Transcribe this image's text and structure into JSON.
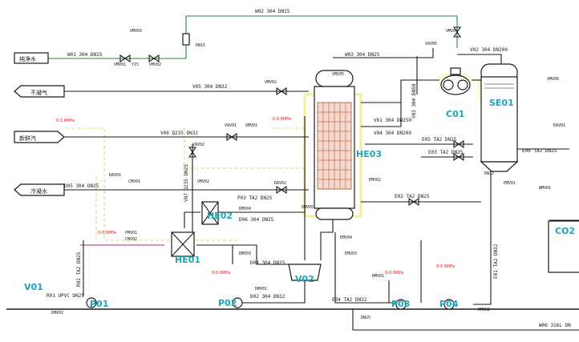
{
  "equipment": {
    "he03": "HE03",
    "he02": "HE02",
    "he01": "HE01",
    "v02": "V02",
    "c01": "C01",
    "se01": "SE01",
    "p02": "P02",
    "p03": "P03",
    "p01": "P01",
    "p04": "P04",
    "v01": "V01",
    "c02": "CO2"
  },
  "inlets": {
    "pure_water": "纯净水",
    "noncondensable": "不凝气",
    "fresh_steam": "新鲜汽",
    "condensate": "冷凝水"
  },
  "lines": {
    "w02": "W02 304 DN15",
    "w01": "W01 304 DN15",
    "w03": "W03 304 DN25",
    "v05": "V05 304 DN32",
    "v06": "V06 Q235 DN32",
    "v07": "V07 Q235 DN25",
    "d05": "D05 304 DN25",
    "v01": "V01 304 DN250",
    "v04": "V04 304 DN200",
    "v03": "V03 304 DN50",
    "v02": "V02 304 DN200",
    "e05": "E05 TA2 DN25",
    "e03": "E03 TA2 DN25",
    "e06": "E06 TA2 DN25",
    "p03": "P03 TA2 DN25",
    "d06": "D06 304 DN25",
    "d04": "D04 304 DN25",
    "d02": "D02 304 DN32",
    "e02": "E02 TA2 DN25",
    "e04": "E04 TA2 DN32",
    "e01": "E01 TA2 DN32",
    "r02": "R02 TA2 DN25",
    "r01": "R01 UPVC DN25",
    "w06": "W06 316L DN"
  },
  "pressures": {
    "steam1": "0-1.6MPa",
    "steam2": "0-0.6MPa",
    "he01_gauge": "0-0.6MPa",
    "p02_gauge": "0-0.6MPa",
    "p03_gauge": "0-0.6MPa",
    "p04_gauge": "0-0.6MPa"
  },
  "valves": {
    "vmv01": "VMV01",
    "vmv02": "VMV02",
    "vmv03": "VMV03",
    "vmv04": "VMV04",
    "vav05": "VAV05",
    "vav01": "VAV01",
    "vav02": "VAV02",
    "vmv05": "VMV05",
    "cmv01": "CMV01",
    "cmv02": "CMV02",
    "rav01": "RAV01",
    "rav02": "RAV02",
    "emv01": "EMV01",
    "emv02": "EMV02",
    "emv04": "EMV04",
    "emv03": "EMV03",
    "pmv01": "PMV01",
    "dmv01": "DMV01",
    "dmv02": "DMV02",
    "dmv03": "DMV03",
    "dmv04": "DMV04",
    "dmv05": "DMV05",
    "rmv01": "RMV01",
    "rmv02": "RMV02",
    "eav01": "EAV01",
    "vmv06": "VMV06",
    "wmv01": "WMV01",
    "y15": "Y15",
    "dn15": "DN15",
    "dn25": "DN25",
    "dn32": "DN32"
  }
}
